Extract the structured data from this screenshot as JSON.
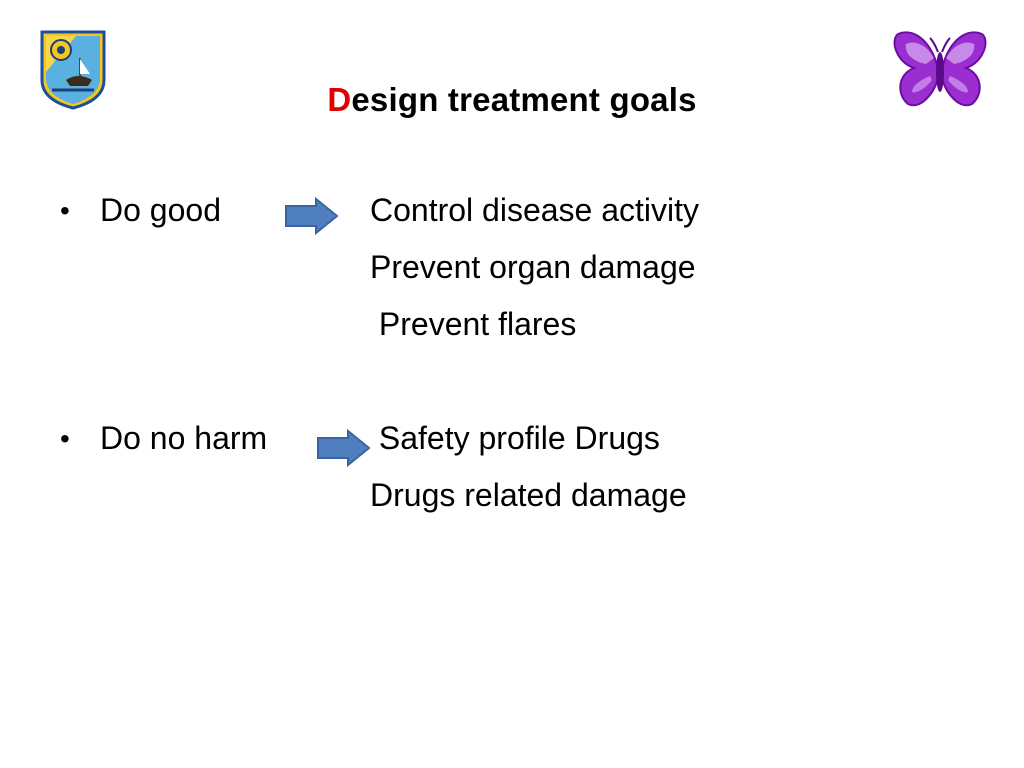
{
  "slide": {
    "title_first_letter": "D",
    "title_rest": "esign treatment goals",
    "accent_color": "#e00000",
    "arrow_color": "#4f7fbf",
    "bullets": [
      {
        "label": "Do good",
        "items": [
          "Control disease activity",
          "Prevent organ damage",
          " Prevent flares"
        ]
      },
      {
        "label": "Do no harm",
        "items": [
          " Safety profile Drugs",
          "Drugs related damage"
        ]
      }
    ]
  },
  "logos": {
    "left": "university-seal-icon",
    "right": "purple-butterfly-icon"
  }
}
